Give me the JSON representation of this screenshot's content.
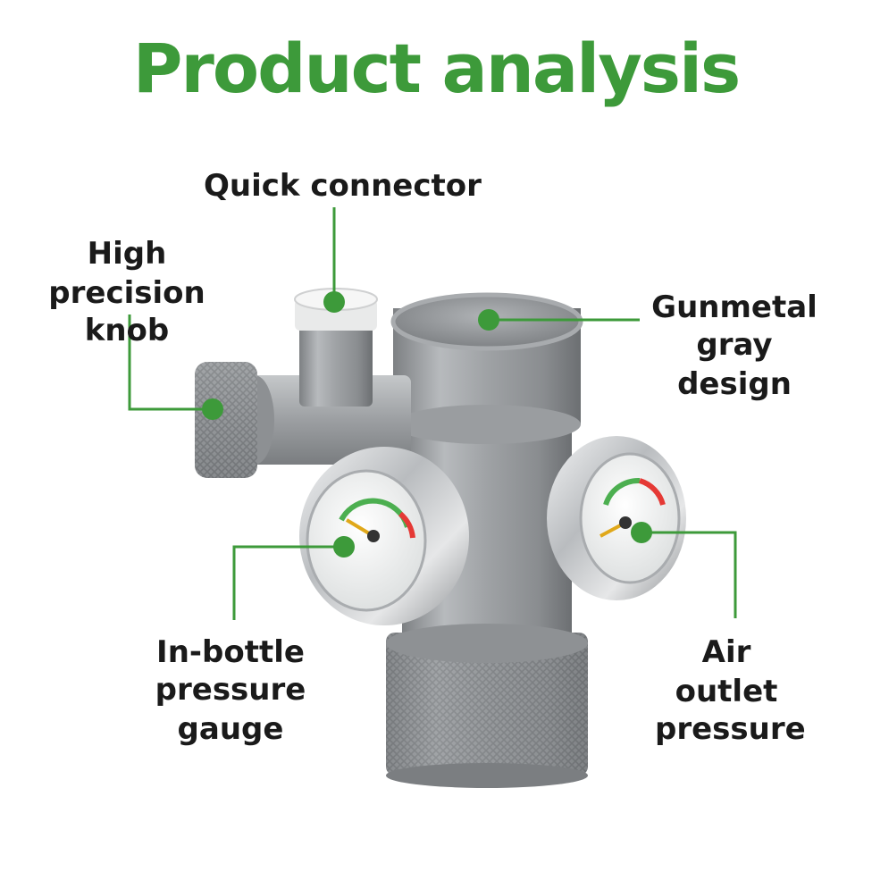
{
  "title": "Product analysis",
  "colors": {
    "accent_green": "#3d9a3a",
    "label_text": "#1a1a1a",
    "body_metal": "#9a9c9e",
    "chrome": "#cfd2d4"
  },
  "labels": {
    "quick_connector": "Quick connector",
    "knob_line1": "High precision",
    "knob_line2": "knob",
    "gunmetal_line1": "Gunmetal",
    "gunmetal_line2": "gray design",
    "inbottle_line1": "In-bottle",
    "inbottle_line2": "pressure gauge",
    "outlet_line1": "Air outlet",
    "outlet_line2": "pressure"
  },
  "icons": {
    "callout_dot": "callout-dot-icon"
  }
}
